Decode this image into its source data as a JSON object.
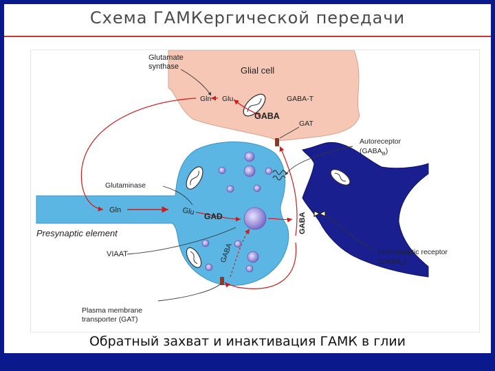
{
  "slide": {
    "title": "Схема ГАМКергической передачи",
    "caption": "Обратный захват и инактивация ГАМК в глии"
  },
  "diagram": {
    "glutamate_synthase": [
      "Glutamate",
      "synthase"
    ],
    "glial_cell": "Glial cell",
    "gln_glial": "Gln",
    "glu_glial": "Glu",
    "gaba_t": "GABA-T",
    "gaba_glial": "GABA",
    "gat": "GAT",
    "autoreceptor": "Autoreceptor",
    "autoreceptor_sub": "(GABA",
    "autoreceptor_subscript": "B",
    "autoreceptor_close": ")",
    "glutaminase": "Glutaminase",
    "gln_pre": "Gln",
    "glu_pre": "Glu",
    "gad": "GAD",
    "presynaptic_element": "Presynaptic element",
    "viaat": "VIAAT",
    "gaba_vesicle": "GABA",
    "gaba_cleft": "GABA",
    "postsynaptic_receptor": "Postsynaptic receptor",
    "postsynaptic_sub": "(GABA",
    "postsynaptic_subscript": "A",
    "postsynaptic_close": ")",
    "plasma_membrane": [
      "Plasma membrane",
      "transporter (GAT)"
    ]
  },
  "colors": {
    "glial": "#f6c7b4",
    "presynaptic": "#5bb6e3",
    "postsynaptic": "#1a1f8f",
    "arrow": "#d11a1a"
  }
}
